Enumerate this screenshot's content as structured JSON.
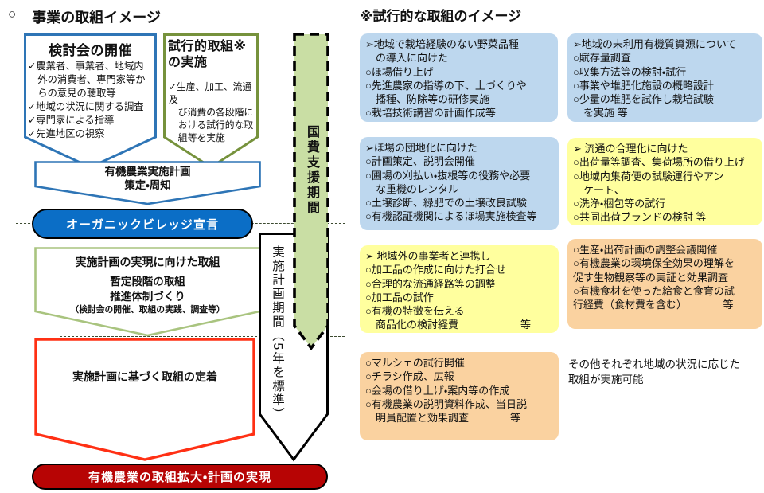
{
  "left": {
    "title_marker": "○",
    "title": "事業の取組イメージ",
    "kento_box": {
      "title": "検討会の開催",
      "items": "✓農業者、事業者、地域内\n　外の消費者、専門家等か\n　らの意見の聴取等\n✓地域の状況に関する調査\n✓専門家による指導\n✓先進地区の視察"
    },
    "shiko_box": {
      "title": "試行的取組※\nの実施",
      "items": "✓生産、加工、流通及\n　び消費の各段階に\n　おける試行的な取\n　組等を実施"
    },
    "plan_banner": "有機農業実施計画\n策定・周知",
    "declaration": "オーガニックビレッジ宣言",
    "realization_box": {
      "title": "実施計画の実現に向けた取組",
      "line1": "暫定段階の取組",
      "line2": "推進体制づくり",
      "note": "（検討会の開催、取組の実践、調査等）"
    },
    "settle_banner": "実施計画に基づく取組の定着",
    "goal": "有機農業の取組拡大・計画の実現",
    "national_support_period": "国費支援期間",
    "plan_period": "実施計画期間（5年を標準）"
  },
  "right": {
    "title": "※試行的な取組のイメージ",
    "boxes": [
      {
        "color": "blue",
        "text": "➢地域で栽培経験のない野菜品種\n　の導入に向けた\n○ほ場借り上げ\n○先進農家の指導の下、土づくりや\n　播種、防除等の研修実施\n○栽培技術講習の計画作成等"
      },
      {
        "color": "blue",
        "text": "➢地域の未利用有機質資源について\n○賦存量調査\n○収集方法等の検討・試行\n○事業や堆肥化施設の概略設計\n○少量の堆肥を試作し栽培試験\n　を実施 等"
      },
      {
        "color": "blue",
        "text": "➢ほ場の団地化に向けた\n○計画策定、説明会開催\n○圃場の刈払い・抜根等の役務や必要\n　な重機のレンタル\n○土壌診断、緑肥での土壌改良試験\n○有機認証機関によるほ場実施検査等"
      },
      {
        "color": "yellow",
        "text": "➢ 流通の合理化に向けた\n○出荷量等調査、集荷場所の借り上げ\n○地域内集荷便の試験運行やアン\n　ケート、\n○洗浄・梱包等の試行\n○共同出荷ブランドの検討 等"
      },
      {
        "color": "yellow",
        "text": "➢ 地域外の事業者と連携し\n○加工品の作成に向けた打合せ\n○合理的な流通経路等の調整\n○加工品の試作\n○有機の特徴を伝える\n　商品化の検討経費　　　　　　等"
      },
      {
        "color": "orange",
        "text": "○生産・出荷計画の調整会議開催\n○有機農業の環境保全効果の理解を\n促す生物観察等の実証と効果調査\n○有機食材を使った給食と食育の試\n行経費（食材費を含む）　　　　等"
      },
      {
        "color": "orange",
        "text": "○マルシェの試行開催\n○チラシ作成、広報\n○会場の借り上げ・案内等の作成\n○有機農業の説明資料作成、当日説\n　明員配置と効果調査　　　　等"
      }
    ],
    "note": "その他それぞれ地域の状況に応じた\n取組が実施可能"
  },
  "colors": {
    "box_blue_fill": "#bdd7ee",
    "box_yellow_fill": "#ffff9e",
    "box_orange_fill": "#fad2a0",
    "declaration_blue": "#0b6ec6",
    "goal_dark_red": "#b70404",
    "banner_blue_border": "#2e75b6",
    "banner_olive_border": "#76923c",
    "banner_lightgreen_border": "#a9c47f",
    "banner_red_border": "#ff3014",
    "support_arrow_green": "#c9dea4"
  }
}
